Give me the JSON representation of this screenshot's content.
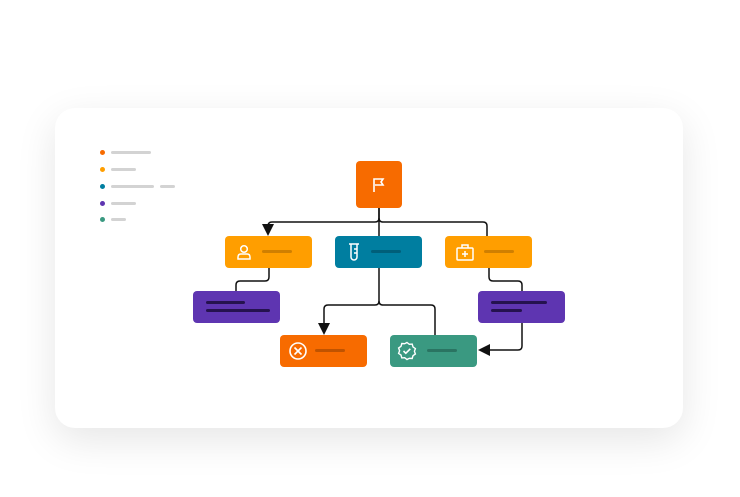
{
  "colors": {
    "orange": "#F76B00",
    "amber": "#FF9E00",
    "teal": "#007EA0",
    "purple": "#5E35B1",
    "green": "#3A9981",
    "connector": "#111111",
    "placeholder": "#d3d3d3"
  },
  "legend": [
    {
      "color": "#F76B00"
    },
    {
      "color": "#FF9E00"
    },
    {
      "color": "#007EA0"
    },
    {
      "color": "#5E35B1"
    },
    {
      "color": "#3A9981"
    }
  ],
  "nodes": [
    {
      "id": "start",
      "icon": "flag-icon",
      "color": "#F76B00"
    },
    {
      "id": "patient",
      "icon": "person-icon",
      "color": "#FF9E00"
    },
    {
      "id": "test",
      "icon": "test-tube-icon",
      "color": "#007EA0"
    },
    {
      "id": "medical",
      "icon": "medkit-icon",
      "color": "#FF9E00"
    },
    {
      "id": "note-left",
      "color": "#5E35B1"
    },
    {
      "id": "note-right",
      "color": "#5E35B1"
    },
    {
      "id": "rejected",
      "icon": "cancel-circle-icon",
      "color": "#F76B00"
    },
    {
      "id": "approved",
      "icon": "verified-badge-icon",
      "color": "#3A9981"
    }
  ]
}
